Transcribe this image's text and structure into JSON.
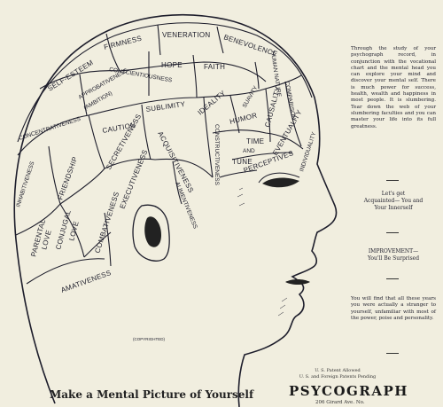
{
  "regions": {
    "firmness": "FIRMNESS",
    "veneration": "VENERATION",
    "benevolence": "BENEVOLENCE",
    "self_esteem": "SELF-ESTEEM",
    "approbativeness": "APPROBATIVENESS",
    "ambition": "(AMBITION)",
    "conscientiousness": "CONSCIENTIOUSNESS",
    "hope": "HOPE",
    "faith": "FAITH",
    "human_nature": "HUMAN NATURE",
    "suavity": "SUAVITY",
    "concentrativeness": "CONCENTRATIVENESS",
    "caution": "CAUTION",
    "sublimity": "SUBLIMITY",
    "ideality": "IDEALITY",
    "causality": "CAUSALITY",
    "comparison": "COMPARISON",
    "humor": "HUMOR",
    "inhabitiveness": "INHABITIVENESS",
    "friendship": "FRIENDSHIP",
    "secretiveness": "SECRETIVENESS",
    "acquisitiveness": "ACQUISITIVENESS",
    "constructiveness": "CONSTRUCTIVENESS",
    "time": "TIME",
    "and": "AND",
    "tune": "TUNE",
    "eventuality": "EVENTUALITY",
    "individuality": "INDIVIDUALITY",
    "perceptives": "PERCEPTIVES",
    "executiveness": "EXECUTIVENESS",
    "alimentiveness": "ALIMENTIVENESS",
    "parental": "PARENTAL",
    "love": "LOVE",
    "conjugal": "CONJUGAL",
    "conjugal_love": "LOVE",
    "combativeness": "COMBATIVENESS",
    "amativeness": "AMATIVENESS"
  },
  "copyright": "(COPYRIGHTED)",
  "sidebar": {
    "intro": "Through the study of your psychograph record, in conjunction with the vocational chart and the mental head you can explore your mind and discover your mental self. There is much power for success, health, wealth and happiness in most people. It is slumbering. Tear down the web of your slumbering faculties and you can master your life into its full greatness.",
    "acquainted_1": "Let's get",
    "acquainted_2": "Acquainted— You and",
    "acquainted_3": "Your Innerself",
    "improvement_1": "IMPROVEMENT—",
    "improvement_2": "You'll Be Surprised",
    "stranger": "You will find that all these years you were actually a stranger to yourself, unfamiliar with most of the power, poise and personality."
  },
  "caption": "Make a Mental Picture of Yourself",
  "patent_1": "U. S. Patent Allowed",
  "patent_2": "U. S. and Foreign Patents Pending",
  "brand": "PSYCOGRAPH",
  "address": "206 Girard Ave. No."
}
